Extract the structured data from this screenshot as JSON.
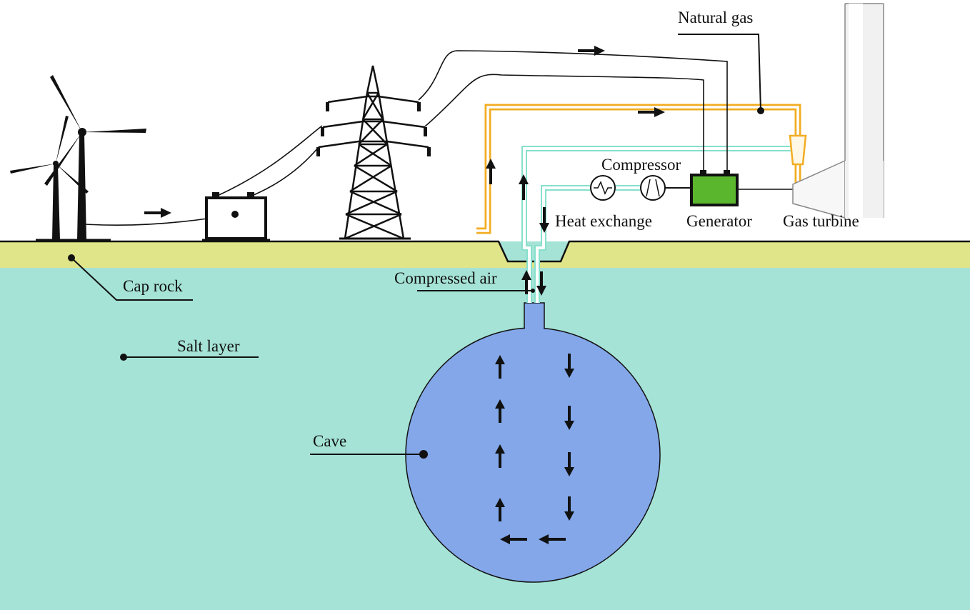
{
  "labels": {
    "natural_gas": "Natural gas",
    "compressor": "Compressor",
    "heat_exchange": "Heat exchange",
    "generator": "Generator",
    "gas_turbine": "Gas turbine",
    "cap_rock": "Cap rock",
    "compressed_air": "Compressed air",
    "salt_layer": "Salt layer",
    "cave": "Cave"
  },
  "colors": {
    "cap_rock": "#dfe588",
    "salt_layer": "#a5e3d6",
    "cave": "#83a7e9",
    "natural_gas_pipe": "#f2ad22",
    "air_pipe": "#86e0cc",
    "generator": "#5ab62c",
    "line": "#111111"
  },
  "icons": [
    "wind-turbine-icon",
    "battery-icon",
    "transmission-tower-icon",
    "heat-exchanger-icon",
    "compressor-icon",
    "generator-icon",
    "gas-turbine-icon",
    "chimney-icon"
  ]
}
